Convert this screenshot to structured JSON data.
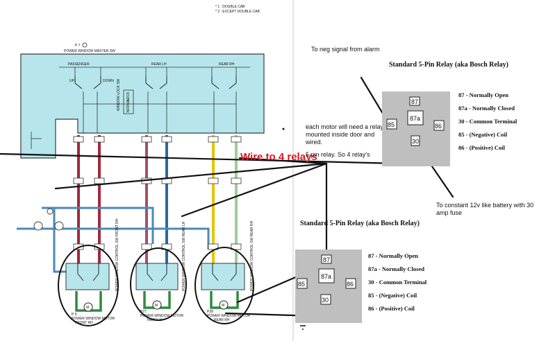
{
  "header": {
    "footnote_1": "* 1 : DOUBLE CAB",
    "footnote_2": "* 2 : EXCEPT DOUBLE CAB"
  },
  "master_switch": {
    "code": "P 7",
    "name": "POWER WINDOW MASTER SW",
    "section_passenger": "PASSENGER",
    "section_rear_lh": "REAR LH",
    "section_rear_rh": "REAR RH",
    "lock_label": "LOCK",
    "normal_label": "NORMAL",
    "window_lock_label": "WINDOW LOCK SW",
    "up": "UP",
    "down": "DOWN"
  },
  "motors": [
    {
      "code": "P 9",
      "name": "POWER WINDOW MOTOR",
      "position": "FRONT RH",
      "switch_label": "POWER WINDOW CONTROL SW FRONT RH"
    },
    {
      "code": "P27",
      "name": "POWER WINDOW MOTOR",
      "position": "REAR LH",
      "switch_label": "POWER WINDOW CONTROL SW REAR LH"
    },
    {
      "code": "P28",
      "name": "POWER WINDOW MOTOR",
      "position": "REAR RH",
      "switch_label": "POWER WINDOW CONTROL SW REAR RH"
    }
  ],
  "annotations": {
    "wire_to_relays": "Wire to 4 relays",
    "neg_signal": "To neg signal from alarm",
    "motor_note_line1": "each motor will need a relay",
    "motor_note_line2": "mounted inside door and",
    "motor_note_line3": "wired.",
    "relay_count_note": "5 pin relay. So 4 relay's",
    "constant_12v_line1": "To constant 12v like battery with 30",
    "constant_12v_line2": "amp fuse"
  },
  "relays": [
    {
      "title": "Standard 5-Pin Relay (aka Bosch Relay)",
      "pins": [
        "87",
        "87a",
        "85",
        "86",
        "30"
      ],
      "legend": [
        "87 - Normally Open",
        "87a - Normally Closed",
        "30 - Common Terminal",
        "85 - (Negative) Coil",
        "86 - (Positive) Coil"
      ]
    },
    {
      "title": "Standard 5-Pin Relay (aka Bosch Relay)",
      "pins": [
        "87",
        "87a",
        "85",
        "86",
        "30"
      ],
      "legend": [
        "87 - Normally Open",
        "87a - Normally Closed",
        "30 - Common Terminal",
        "85 - (Negative) Coil",
        "86 - (Positive) Coil"
      ]
    }
  ],
  "colors": {
    "panel": "#b6e6ec",
    "wire_red": "#a02a3c",
    "wire_pink": "#a0506a",
    "wire_blue": "#2a6b9c",
    "wire_yellow": "#e8c400",
    "wire_lightgreen": "#9ccf9a",
    "wire_green": "#2e8b3e",
    "annotation_red": "#e0151b"
  }
}
